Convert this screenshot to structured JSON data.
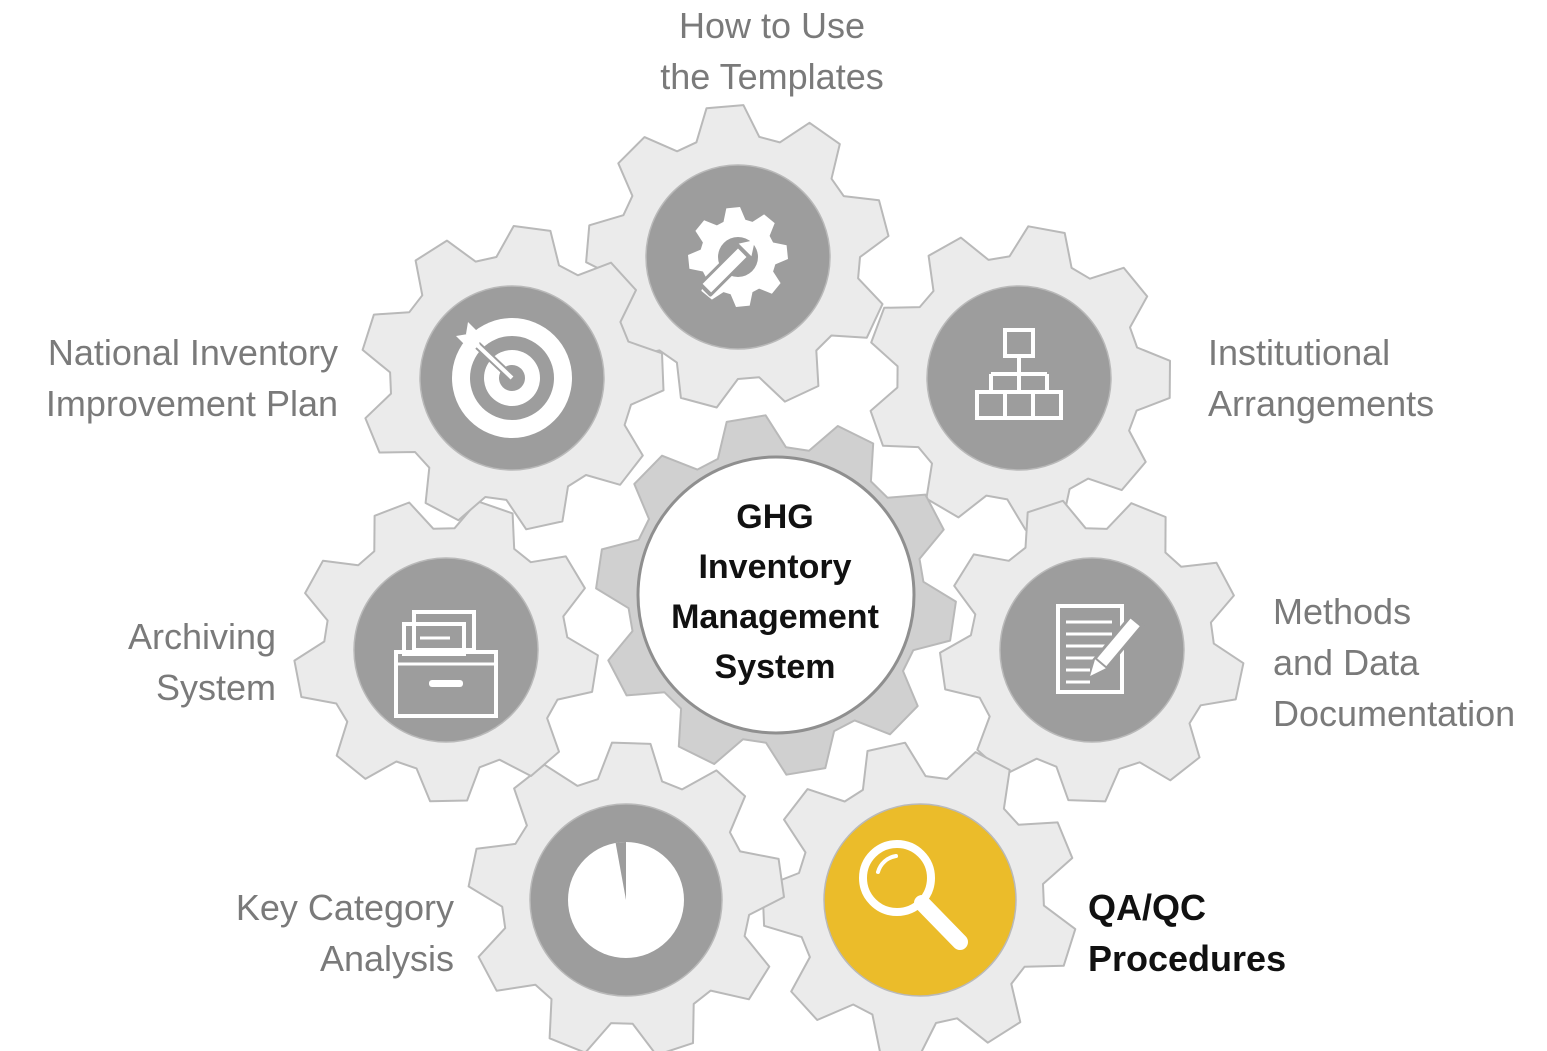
{
  "diagram": {
    "colors": {
      "gear_fill": "#ebebeb",
      "gear_stroke": "#b9b9b9",
      "center_gear_fill": "#d0d0d0",
      "circle_fill": "#9d9d9d",
      "active_circle_fill": "#ebbc2a",
      "icon_color": "#ffffff"
    },
    "center": {
      "lines": [
        "GHG",
        "Inventory",
        "Management",
        "System"
      ]
    },
    "modules": [
      {
        "id": "how-to-use-templates",
        "icon": "gear-pencil-icon",
        "lines": [
          "How to Use",
          "the Templates"
        ],
        "active": false
      },
      {
        "id": "institutional-arrangements",
        "icon": "org-chart-icon",
        "lines": [
          "Institutional",
          "Arrangements"
        ],
        "active": false
      },
      {
        "id": "methods-data-documentation",
        "icon": "document-pencil-icon",
        "lines": [
          "Methods",
          "and Data",
          "Documentation"
        ],
        "active": false
      },
      {
        "id": "qa-qc-procedures",
        "icon": "magnifier-icon",
        "lines": [
          "QA/QC",
          "Procedures"
        ],
        "active": true
      },
      {
        "id": "key-category-analysis",
        "icon": "pie-chart-icon",
        "lines": [
          "Key Category",
          "Analysis"
        ],
        "active": false
      },
      {
        "id": "archiving-system",
        "icon": "file-drawer-icon",
        "lines": [
          "Archiving",
          "System"
        ],
        "active": false
      },
      {
        "id": "national-inventory-improvement-plan",
        "icon": "target-icon",
        "lines": [
          "National Inventory",
          "Improvement Plan"
        ],
        "active": false
      }
    ]
  }
}
